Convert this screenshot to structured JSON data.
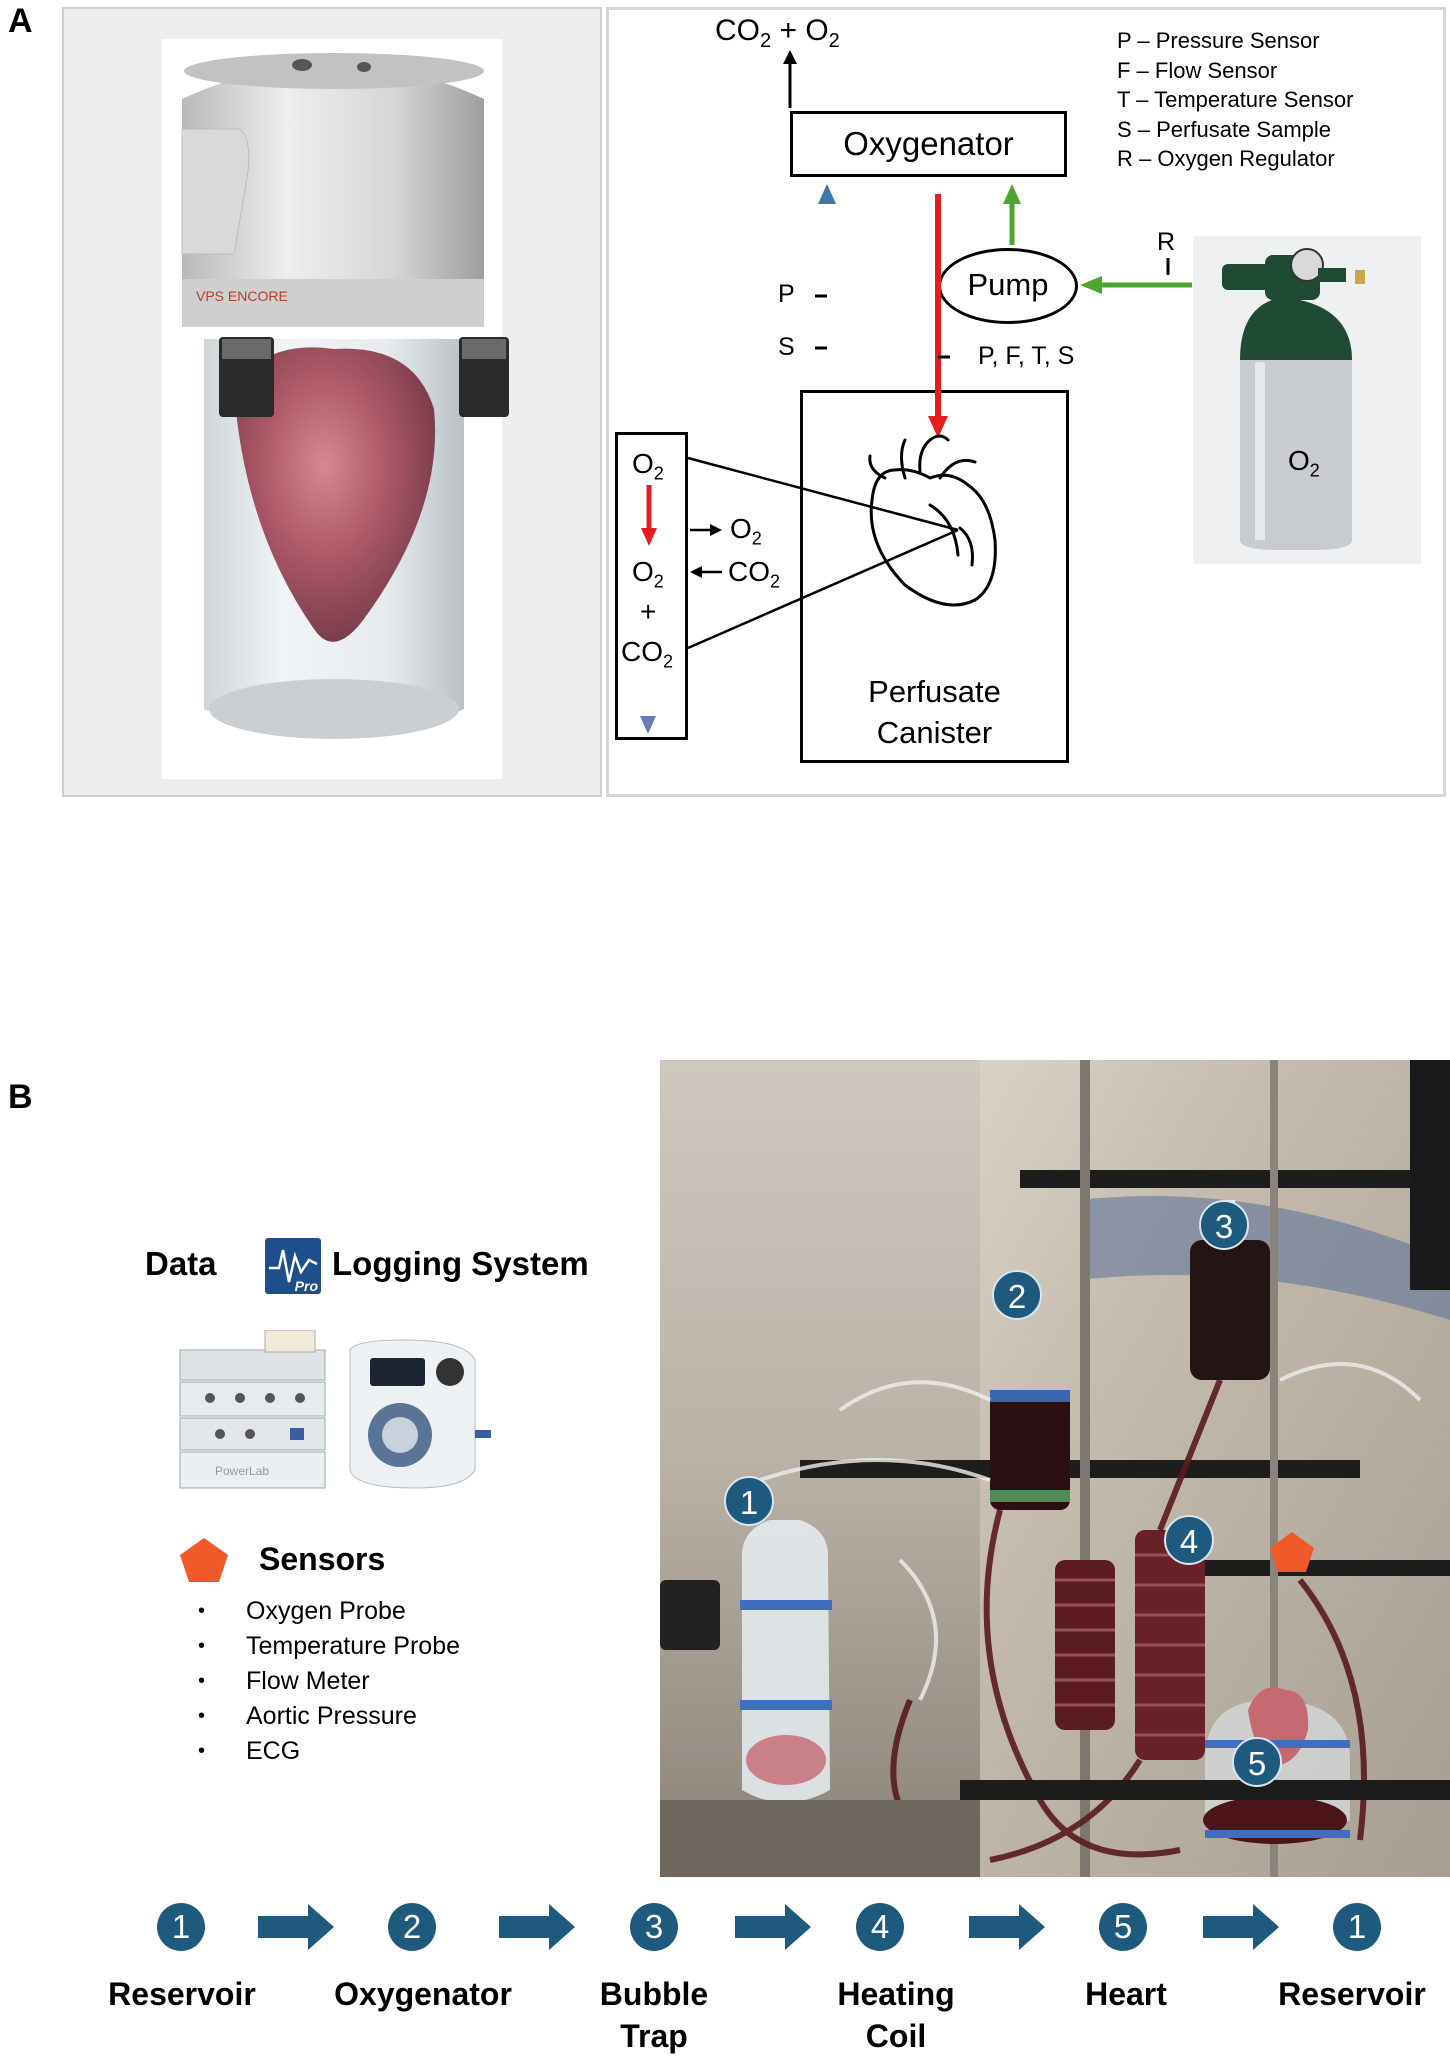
{
  "panel_a": {
    "letter": "A",
    "device_brand": "VPS ENCORE",
    "diagram": {
      "exhaust_label_parts": [
        "CO",
        "2",
        " + O",
        "2"
      ],
      "oxygenator_label": "Oxygenator",
      "pump_label": "Pump",
      "canister_label_line1": "Perfusate",
      "canister_label_line2": "Canister",
      "sensor_p": "P",
      "sensor_s": "S",
      "sensor_pfts": "P, F, T, S",
      "regulator_label": "R",
      "tank_label_parts": [
        "O",
        "2"
      ],
      "legend": [
        "P – Pressure Sensor",
        "F – Flow Sensor",
        "T – Temperature Sensor",
        "S – Perfusate Sample",
        "R – Oxygen Regulator"
      ],
      "exchange": {
        "top_parts": [
          "O",
          "2"
        ],
        "out_o2_parts": [
          "O",
          "2"
        ],
        "mid_parts": [
          "O",
          "2"
        ],
        "in_co2_parts": [
          "CO",
          "2"
        ],
        "plus": "+",
        "bottom_parts": [
          "CO",
          "2"
        ]
      }
    }
  },
  "panel_b": {
    "letter": "B",
    "data_logging": {
      "word_left": "Data",
      "word_right": "Logging System",
      "logo_text": "Pro"
    },
    "powerlab_label": "PowerLab",
    "sensors_title": "Sensors",
    "sensors": [
      "Oxygen Probe",
      "Temperature Probe",
      "Flow Meter",
      "Aortic Pressure",
      "ECG"
    ],
    "photo_badges": [
      "1",
      "2",
      "3",
      "4",
      "5"
    ],
    "flow": [
      {
        "num": "1",
        "label": "Reservoir"
      },
      {
        "num": "2",
        "label": "Oxygenator"
      },
      {
        "num": "3",
        "label": "Bubble\nTrap"
      },
      {
        "num": "4",
        "label": "Heating\nCoil"
      },
      {
        "num": "5",
        "label": "Heart"
      },
      {
        "num": "1",
        "label": "Reservoir"
      }
    ]
  },
  "colors": {
    "badge": "#1e5a7d",
    "arrow_red": "#e41e1e",
    "arrow_green": "#4ea52e",
    "tank_green": "#1f4a33",
    "sensor_marker": "#f05a28"
  }
}
